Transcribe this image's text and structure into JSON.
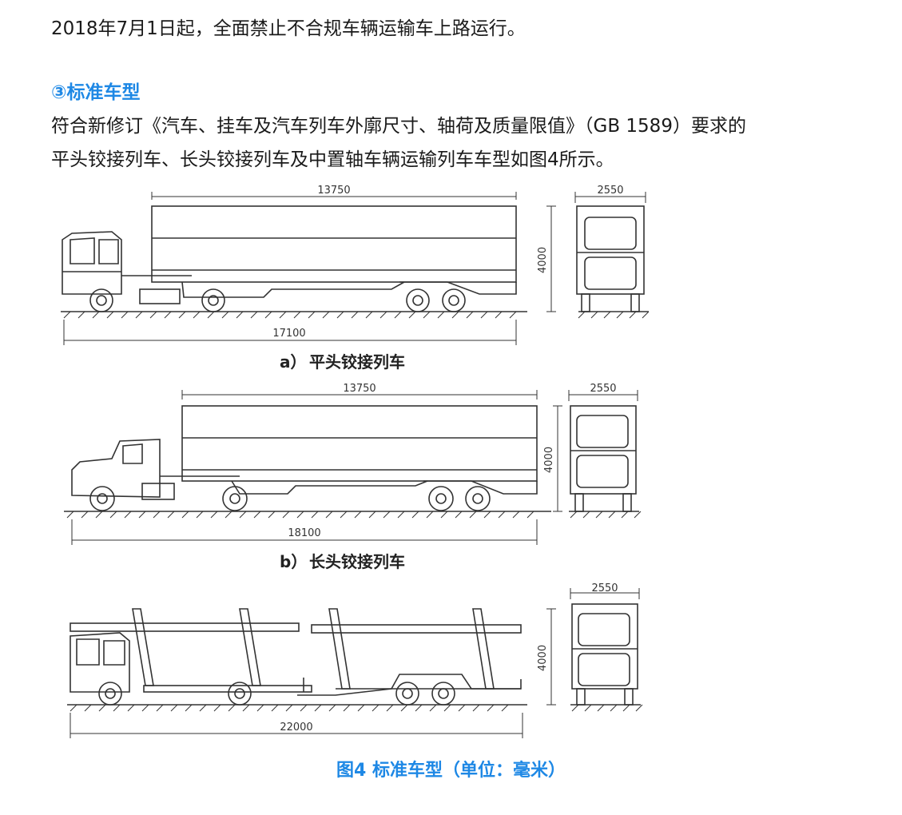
{
  "text": {
    "para1": "2018年7月1日起，全面禁止不合规车辆运输车上路运行。",
    "heading": "③标准车型",
    "para2": "符合新修订《汽车、挂车及汽车列车外廓尺寸、轴荷及质量限值》（GB 1589）要求的",
    "para3": "平头铰接列车、长头铰接列车及中置轴车辆运输列车车型如图4所示。"
  },
  "figure": {
    "caption": "图4 标准车型（单位：毫米）",
    "panel_a": {
      "letter": "a）",
      "label": "平头铰接列车",
      "trailer_length": "13750",
      "total_length": "17100",
      "height": "4000",
      "width": "2550"
    },
    "panel_b": {
      "letter": "b）",
      "label": "长头铰接列车",
      "trailer_length": "13750",
      "total_length": "18100",
      "height": "4000",
      "width": "2550"
    },
    "panel_c": {
      "total_length": "22000",
      "height": "4000",
      "width": "2550"
    }
  },
  "colors": {
    "accent": "#1e88e5",
    "text": "#1a1a1a",
    "line": "#333333"
  }
}
